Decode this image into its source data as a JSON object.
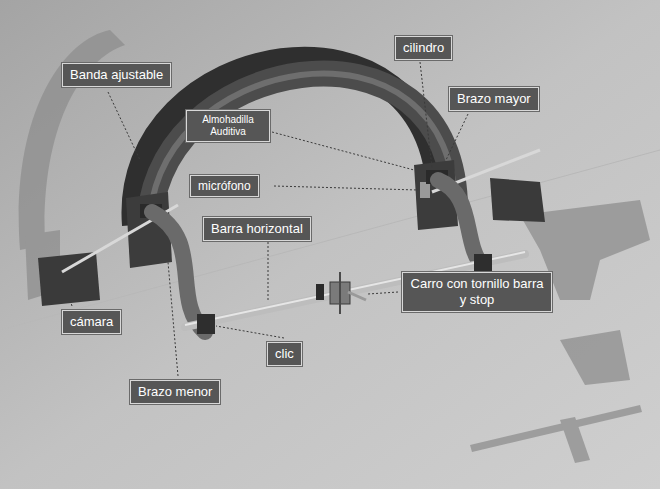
{
  "diagram": {
    "labels": [
      "Banda ajustable",
      "cilindro",
      "Brazo mayor",
      "Almohadilla Auditiva",
      "micrófono",
      "Barra horizontal",
      "Carro con tornillo barra y stop",
      "cámara",
      "clic",
      "Brazo menor"
    ]
  }
}
